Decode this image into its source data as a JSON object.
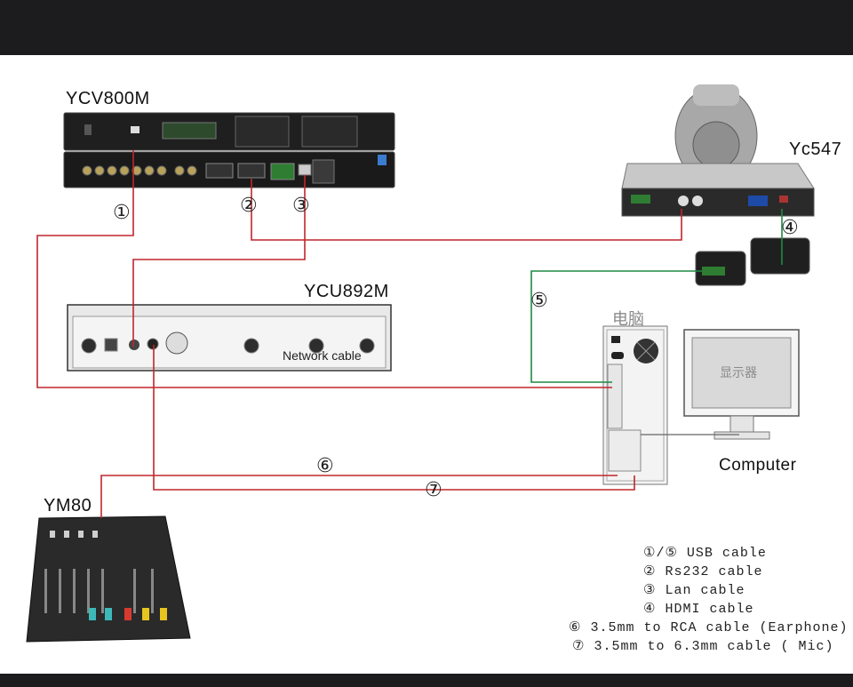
{
  "devices": {
    "ycv800m": "YCV800M",
    "yc547": "Yc547",
    "ycu892m": "YCU892M",
    "ym80": "YM80",
    "computer_cn": "电脑",
    "monitor_cn": "显示器",
    "computer": "Computer"
  },
  "inline_labels": {
    "network_cable": "Network cable"
  },
  "cable_markers": [
    "①",
    "②",
    "③",
    "④",
    "⑤",
    "⑥",
    "⑦"
  ],
  "legend": [
    "①/⑤  USB cable",
    "② Rs232 cable",
    "③ Lan cable",
    "④ HDMI cable",
    "⑥  3.5mm to RCA cable (Earphone)",
    "⑦ 3.5mm to 6.3mm  cable ( Mic)"
  ],
  "colors": {
    "usb_rs232_lan_audio_cable": "#c0262b",
    "usb_hdmi_cable": "#1d8a43",
    "device_dark": "#222222",
    "panel_grey": "#dcdcdc"
  }
}
